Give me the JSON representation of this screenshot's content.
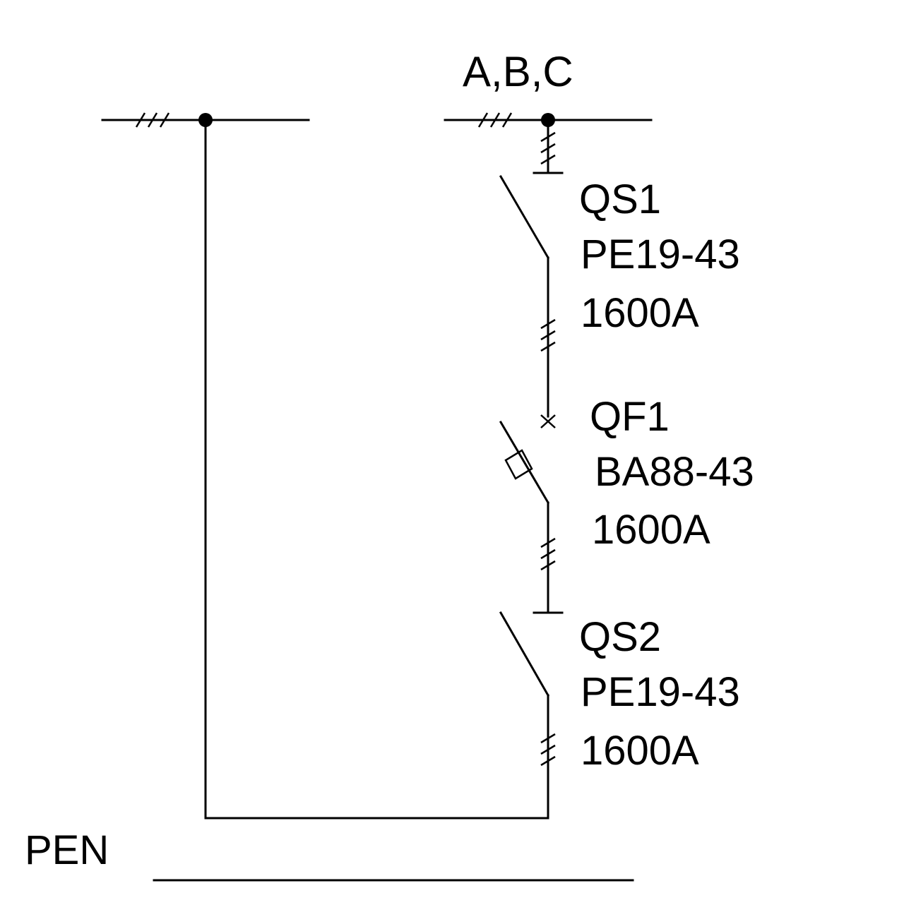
{
  "bus": {
    "phase_label": "A,B,C",
    "pen_label": "PEN"
  },
  "devices": [
    {
      "ref": "QS1",
      "model": "PE19-43",
      "rating": "1600A"
    },
    {
      "ref": "QF1",
      "model": "BA88-43",
      "rating": "1600A"
    },
    {
      "ref": "QS2",
      "model": "PE19-43",
      "rating": "1600A"
    }
  ],
  "colors": {
    "line": "#000000",
    "background": "#ffffff"
  }
}
